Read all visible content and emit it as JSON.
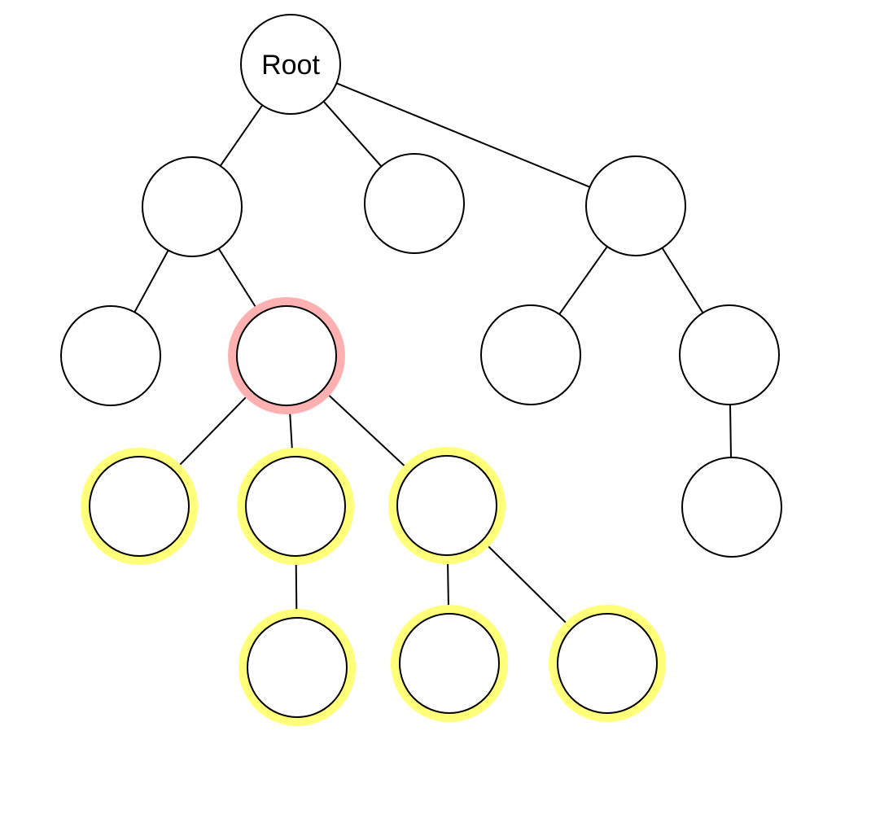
{
  "colors": {
    "selected_halo": "#ffb0b0",
    "descendant_halo": "#ffff7a",
    "stroke": "#000000",
    "fill": "#ffffff"
  },
  "tree": {
    "nodes": [
      {
        "id": "root",
        "label": "Root",
        "state": "normal"
      },
      {
        "id": "n1",
        "label": "",
        "state": "normal"
      },
      {
        "id": "n2",
        "label": "",
        "state": "normal"
      },
      {
        "id": "n3",
        "label": "",
        "state": "normal"
      },
      {
        "id": "n4",
        "label": "",
        "state": "normal"
      },
      {
        "id": "n5",
        "label": "",
        "state": "selected"
      },
      {
        "id": "n6",
        "label": "",
        "state": "normal"
      },
      {
        "id": "n7",
        "label": "",
        "state": "normal"
      },
      {
        "id": "n8",
        "label": "",
        "state": "descendant"
      },
      {
        "id": "n9",
        "label": "",
        "state": "descendant"
      },
      {
        "id": "n10",
        "label": "",
        "state": "descendant"
      },
      {
        "id": "n11",
        "label": "",
        "state": "normal"
      },
      {
        "id": "n12",
        "label": "",
        "state": "descendant"
      },
      {
        "id": "n13",
        "label": "",
        "state": "descendant"
      },
      {
        "id": "n14",
        "label": "",
        "state": "descendant"
      }
    ],
    "edges": [
      [
        "root",
        "n1"
      ],
      [
        "root",
        "n2"
      ],
      [
        "root",
        "n3"
      ],
      [
        "n1",
        "n4"
      ],
      [
        "n1",
        "n5"
      ],
      [
        "n3",
        "n6"
      ],
      [
        "n3",
        "n7"
      ],
      [
        "n5",
        "n8"
      ],
      [
        "n5",
        "n9"
      ],
      [
        "n5",
        "n10"
      ],
      [
        "n7",
        "n11"
      ],
      [
        "n9",
        "n12"
      ],
      [
        "n10",
        "n13"
      ],
      [
        "n10",
        "n14"
      ]
    ]
  }
}
